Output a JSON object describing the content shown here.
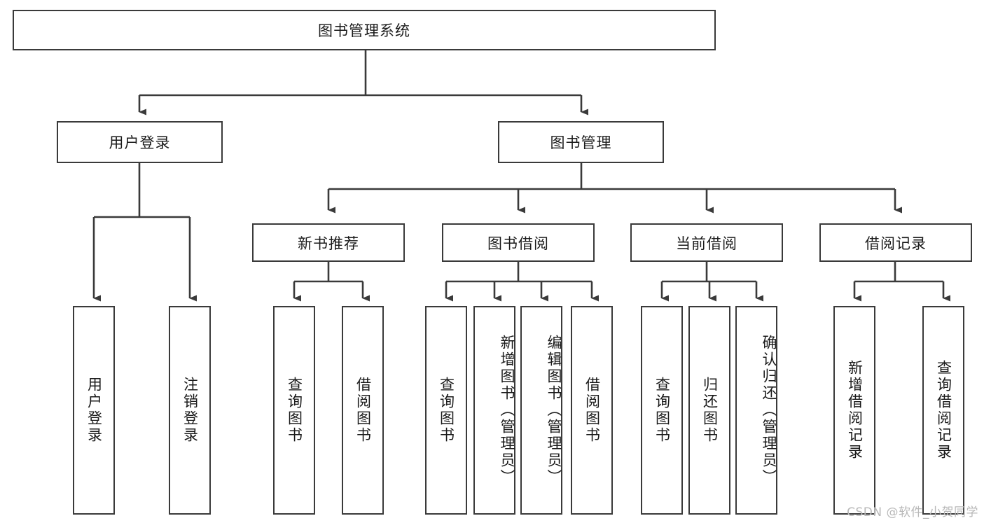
{
  "diagram": {
    "title": "图书管理系统",
    "type": "tree-hierarchy-diagram",
    "root": {
      "id": "root",
      "label": "图书管理系统"
    },
    "level2": [
      {
        "id": "user-login",
        "label": "用户登录"
      },
      {
        "id": "book-manage",
        "label": "图书管理"
      }
    ],
    "level3": [
      {
        "id": "new-book-rec",
        "label": "新书推荐",
        "parent": "book-manage"
      },
      {
        "id": "book-borrow",
        "label": "图书借阅",
        "parent": "book-manage"
      },
      {
        "id": "current-borrow",
        "label": "当前借阅",
        "parent": "book-manage"
      },
      {
        "id": "borrow-record",
        "label": "借阅记录",
        "parent": "book-manage"
      }
    ],
    "leaves": [
      {
        "id": "leaf-user-login",
        "label": "用户登录",
        "parent": "user-login"
      },
      {
        "id": "leaf-logout",
        "label": "注销登录",
        "parent": "user-login"
      },
      {
        "id": "leaf-query-book-1",
        "label": "查询图书",
        "parent": "new-book-rec"
      },
      {
        "id": "leaf-borrow-book-1",
        "label": "借阅图书",
        "parent": "new-book-rec"
      },
      {
        "id": "leaf-query-book-2",
        "label": "查询图书",
        "parent": "book-borrow"
      },
      {
        "id": "leaf-add-book",
        "label": "新增图书（管理员）",
        "parent": "book-borrow"
      },
      {
        "id": "leaf-edit-book",
        "label": "编辑图书（管理员）",
        "parent": "book-borrow"
      },
      {
        "id": "leaf-borrow-book-2",
        "label": "借阅图书",
        "parent": "book-borrow"
      },
      {
        "id": "leaf-query-book-3",
        "label": "查询图书",
        "parent": "current-borrow"
      },
      {
        "id": "leaf-return-book",
        "label": "归还图书",
        "parent": "current-borrow"
      },
      {
        "id": "leaf-confirm-return",
        "label": "确认归还（管理员）",
        "parent": "current-borrow"
      },
      {
        "id": "leaf-add-record",
        "label": "新增借阅记录",
        "parent": "borrow-record"
      },
      {
        "id": "leaf-query-record",
        "label": "查询借阅记录",
        "parent": "borrow-record"
      }
    ],
    "colors": {
      "box_border": "#3a3a3a",
      "box_fill": "#ffffff",
      "connector": "#3a3a3a",
      "text": "#1a1a1a",
      "background": "#ffffff",
      "watermark": "#b8b8b8"
    }
  },
  "watermark": {
    "text": "CSDN @软件_小贺同学"
  }
}
